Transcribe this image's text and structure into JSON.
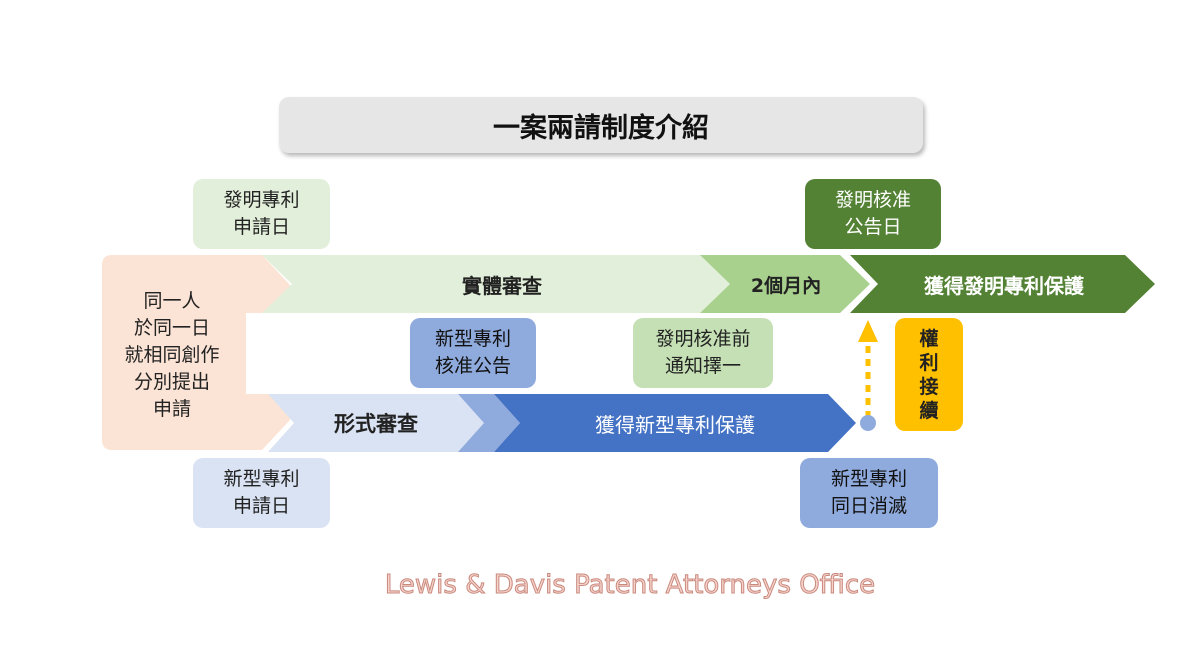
{
  "title": "一案兩請制度介紹",
  "applicant": {
    "text": "同一人\n於同一日\n就相同創作\n分別提出\n申請"
  },
  "invention_track": {
    "filing_date_label": "發明專利\n申請日",
    "substantive_exam": "實體審查",
    "within_two_months": "2個月內",
    "grant_label": "發明核准\n公告日",
    "protection": "獲得發明專利保護",
    "pre_approval_notice": "發明核准前\n通知擇一"
  },
  "utility_track": {
    "filing_date_label": "新型專利\n申請日",
    "formal_exam": "形式審查",
    "grant_label": "新型專利\n核准公告",
    "protection": "獲得新型專利保護",
    "extinguished_label": "新型專利\n同日消滅"
  },
  "rights_continuation": "權\n利\n接\n續",
  "watermark": "Lewis & Davis Patent Attorneys Office",
  "colors": {
    "peach": "#fbe4d5",
    "green_light": "#e2efda",
    "green_mid": "#a9d18e",
    "green_dark": "#548235",
    "blue_light": "#dae3f3",
    "blue_mid": "#8faadc",
    "blue_dark": "#4472c4",
    "gold": "#ffc000"
  }
}
